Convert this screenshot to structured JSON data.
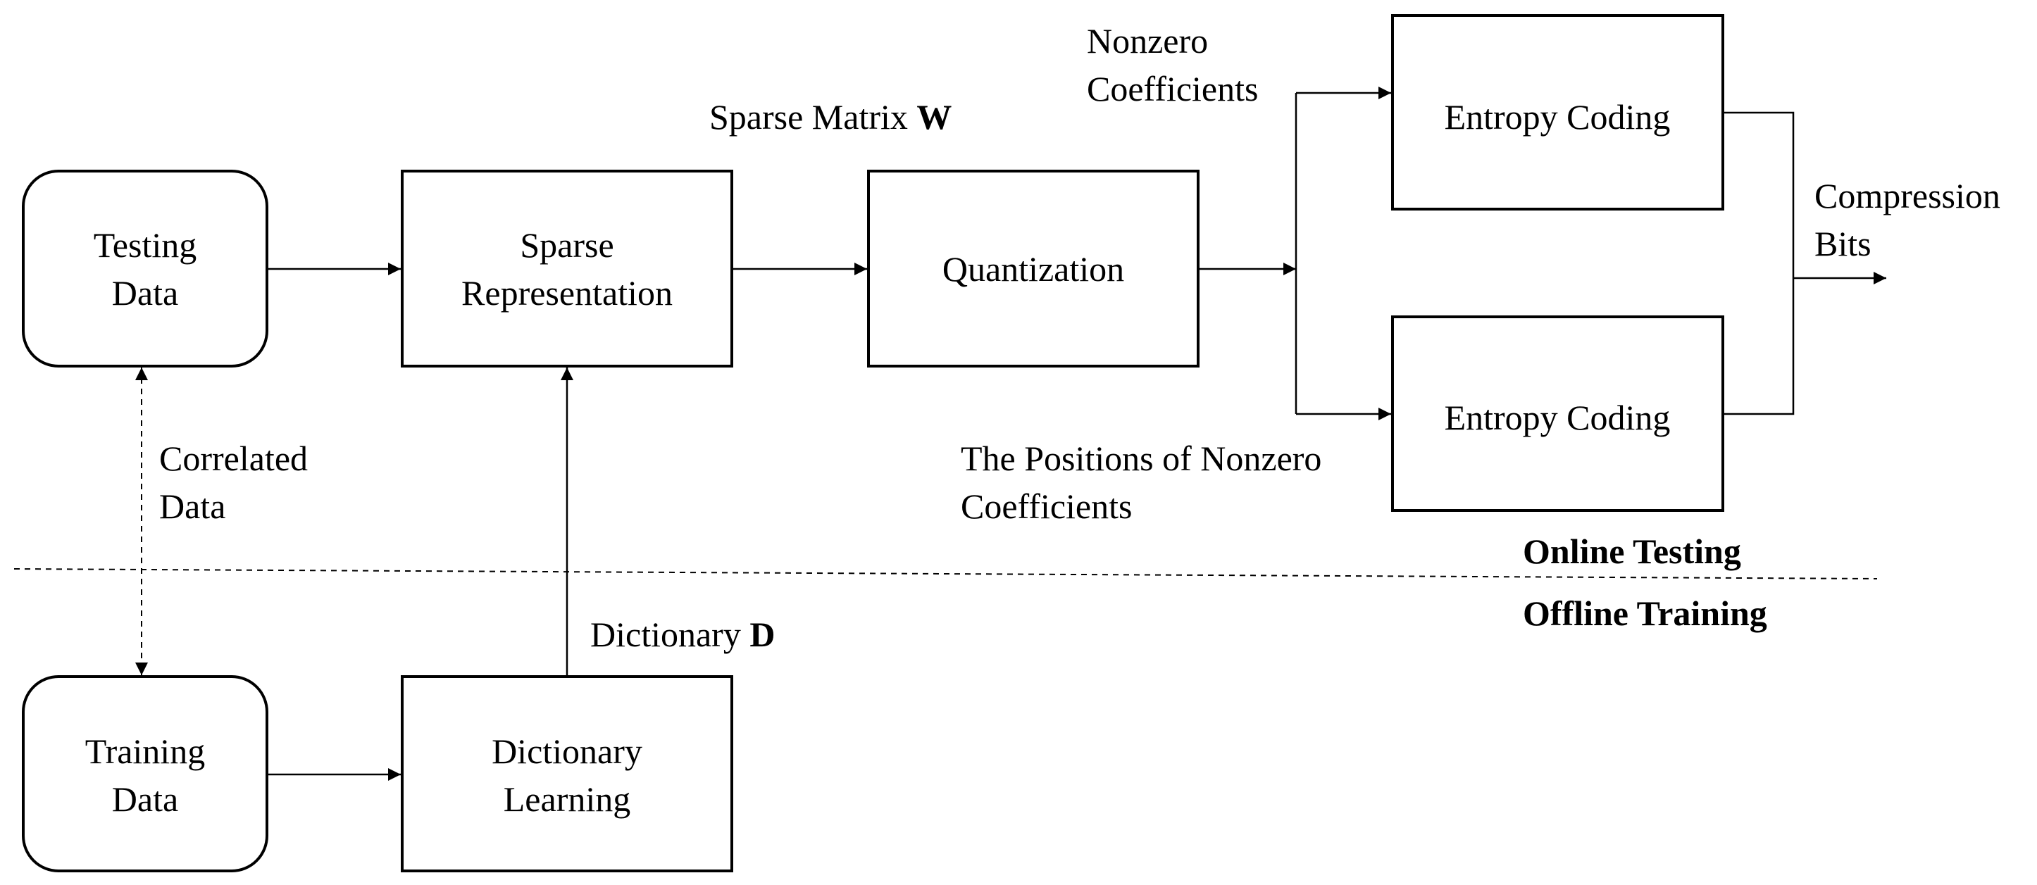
{
  "nodes": {
    "testing_data": {
      "line1": "Testing",
      "line2": "Data"
    },
    "training_data": {
      "line1": "Training",
      "line2": "Data"
    },
    "sparse_representation": {
      "line1": "Sparse",
      "line2": "Representation"
    },
    "dictionary_learning": {
      "line1": "Dictionary",
      "line2": "Learning"
    },
    "quantization": {
      "label": "Quantization"
    },
    "entropy_coding_top": {
      "label": "Entropy Coding"
    },
    "entropy_coding_bottom": {
      "label": "Entropy Coding"
    }
  },
  "edge_labels": {
    "sparse_matrix": {
      "text": "Sparse Matrix ",
      "symbol": "W"
    },
    "nonzero_coefficients": {
      "line1": "Nonzero",
      "line2": "Coefficients"
    },
    "positions": {
      "line1": "The Positions of Nonzero",
      "line2": "Coefficients"
    },
    "compression_bits": {
      "line1": "Compression",
      "line2": "Bits"
    },
    "correlated_data": {
      "line1": "Correlated",
      "line2": "Data"
    },
    "dictionary": {
      "text": "Dictionary ",
      "symbol": "D"
    }
  },
  "regions": {
    "online": "Online Testing",
    "offline": "Offline Training"
  }
}
